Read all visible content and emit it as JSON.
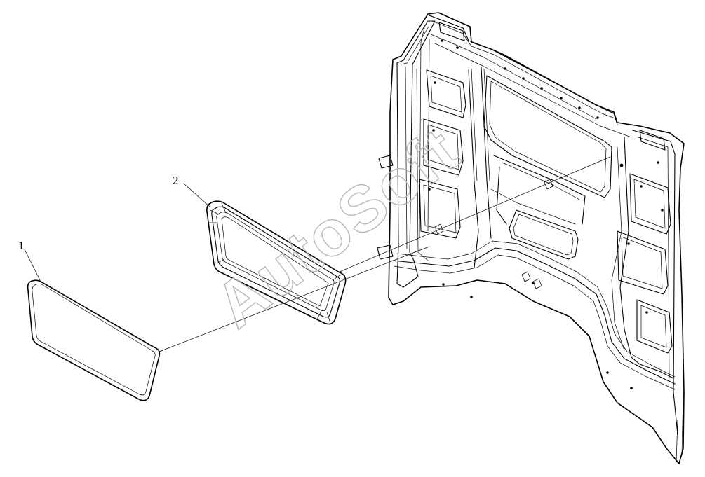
{
  "callouts": [
    {
      "id": "part-1",
      "label": "1"
    },
    {
      "id": "part-2",
      "label": "2"
    }
  ],
  "watermark": {
    "text": "AutoSoft"
  },
  "colors": {
    "line": "#000000",
    "background": "#ffffff",
    "watermark": "#b8b8b8"
  }
}
